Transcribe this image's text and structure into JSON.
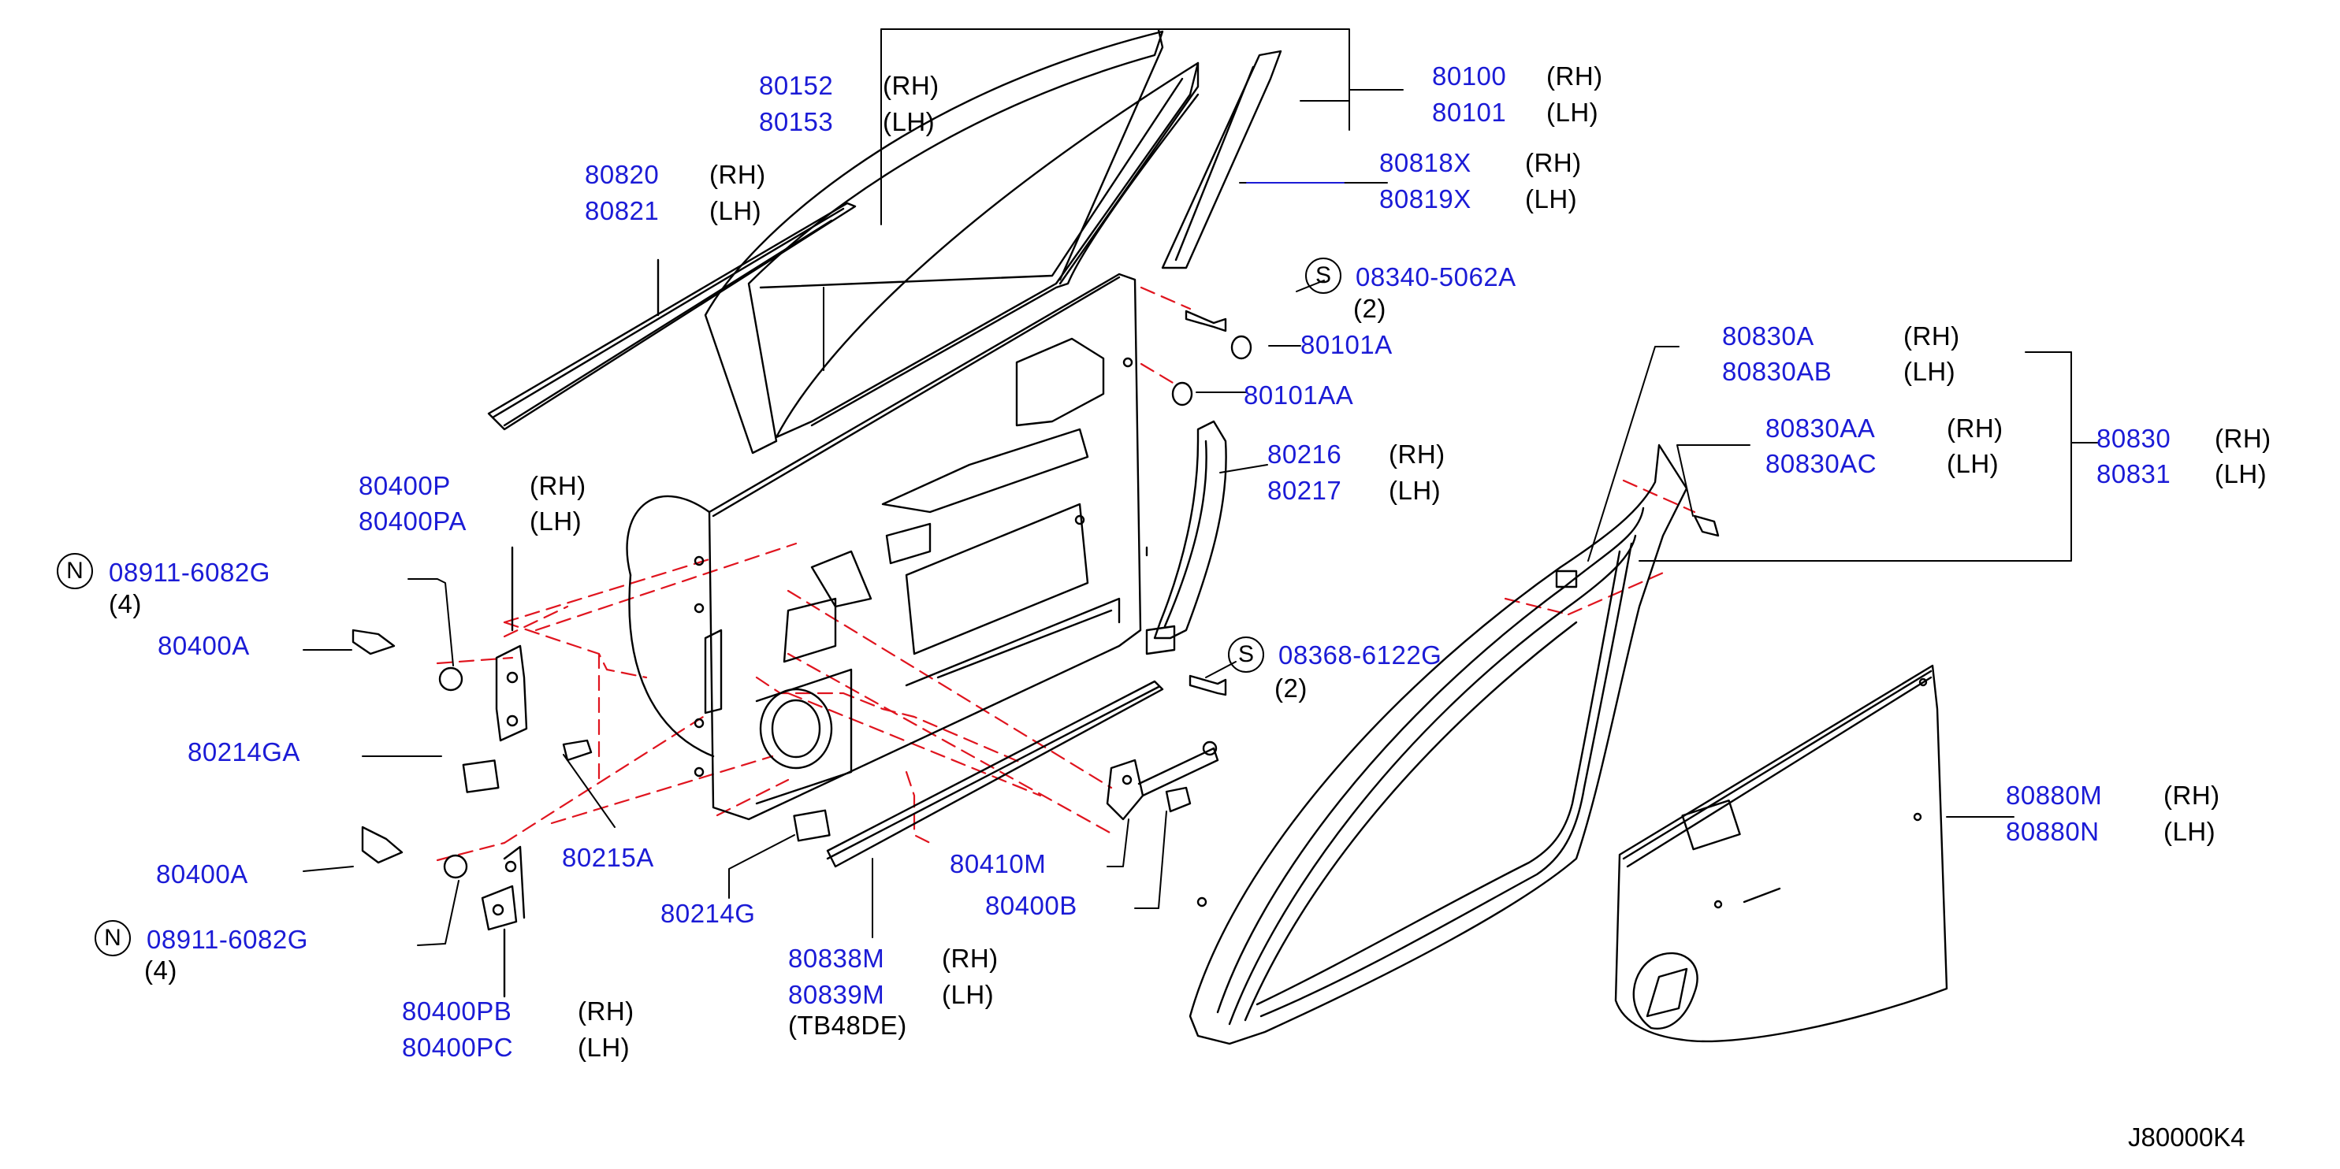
{
  "diagram_id": "J80000K4",
  "colors": {
    "part_number": "#1b1bd6",
    "text": "#000000",
    "line": "#000000",
    "dash": "#e0141e"
  },
  "callouts": {
    "glass_rh": {
      "pn": "80152",
      "side": "(RH)"
    },
    "glass_lh": {
      "pn": "80153",
      "side": "(LH)"
    },
    "door_rh": {
      "pn": "80100",
      "side": "(RH)"
    },
    "door_lh": {
      "pn": "80101",
      "side": "(LH)"
    },
    "sash_rh": {
      "pn": "80818X",
      "side": "(RH)"
    },
    "sash_lh": {
      "pn": "80819X",
      "side": "(LH)"
    },
    "molding_rh": {
      "pn": "80820",
      "side": "(RH)"
    },
    "molding_lh": {
      "pn": "80821",
      "side": "(LH)"
    },
    "screw_top": {
      "code": "S",
      "pn": "08340-5062A",
      "qty": "(2)"
    },
    "plug_a": {
      "pn": "80101A"
    },
    "plug_aa": {
      "pn": "80101AA"
    },
    "weather_a_rh": {
      "pn": "80830A",
      "side": "(RH)"
    },
    "weather_a_lh": {
      "pn": "80830AB",
      "side": "(LH)"
    },
    "weather_aa_rh": {
      "pn": "80830AA",
      "side": "(RH)"
    },
    "weather_aa_lh": {
      "pn": "80830AC",
      "side": "(LH)"
    },
    "weather_rh": {
      "pn": "80830",
      "side": "(RH)"
    },
    "weather_lh": {
      "pn": "80831",
      "side": "(LH)"
    },
    "channel_rh": {
      "pn": "80216",
      "side": "(RH)"
    },
    "channel_lh": {
      "pn": "80217",
      "side": "(LH)"
    },
    "hinge_up_rh": {
      "pn": "80400P",
      "side": "(RH)"
    },
    "hinge_up_lh": {
      "pn": "80400PA",
      "side": "(LH)"
    },
    "nut_top": {
      "code": "N",
      "pn": "08911-6082G",
      "qty": "(4)"
    },
    "bolt_up": {
      "pn": "80400A"
    },
    "screw_mid": {
      "code": "S",
      "pn": "08368-6122G",
      "qty": "(2)"
    },
    "seal_ga": {
      "pn": "80214GA"
    },
    "bolt_215": {
      "pn": "80215A"
    },
    "bolt_low": {
      "pn": "80400A"
    },
    "nut_low": {
      "code": "N",
      "pn": "08911-6082G",
      "qty": "(4)"
    },
    "check_link": {
      "pn": "80410M"
    },
    "bolt_b": {
      "pn": "80400B"
    },
    "seal_g": {
      "pn": "80214G"
    },
    "lower_mold_rh": {
      "pn": "80838M",
      "side": "(RH)"
    },
    "lower_mold_lh": {
      "pn": "80839M",
      "side": "(LH)"
    },
    "lower_mold_note": {
      "text": "(TB48DE)"
    },
    "hinge_low_rh": {
      "pn": "80400PB",
      "side": "(RH)"
    },
    "hinge_low_lh": {
      "pn": "80400PC",
      "side": "(LH)"
    },
    "finisher_rh": {
      "pn": "80880M",
      "side": "(RH)"
    },
    "finisher_lh": {
      "pn": "80880N",
      "side": "(LH)"
    }
  }
}
